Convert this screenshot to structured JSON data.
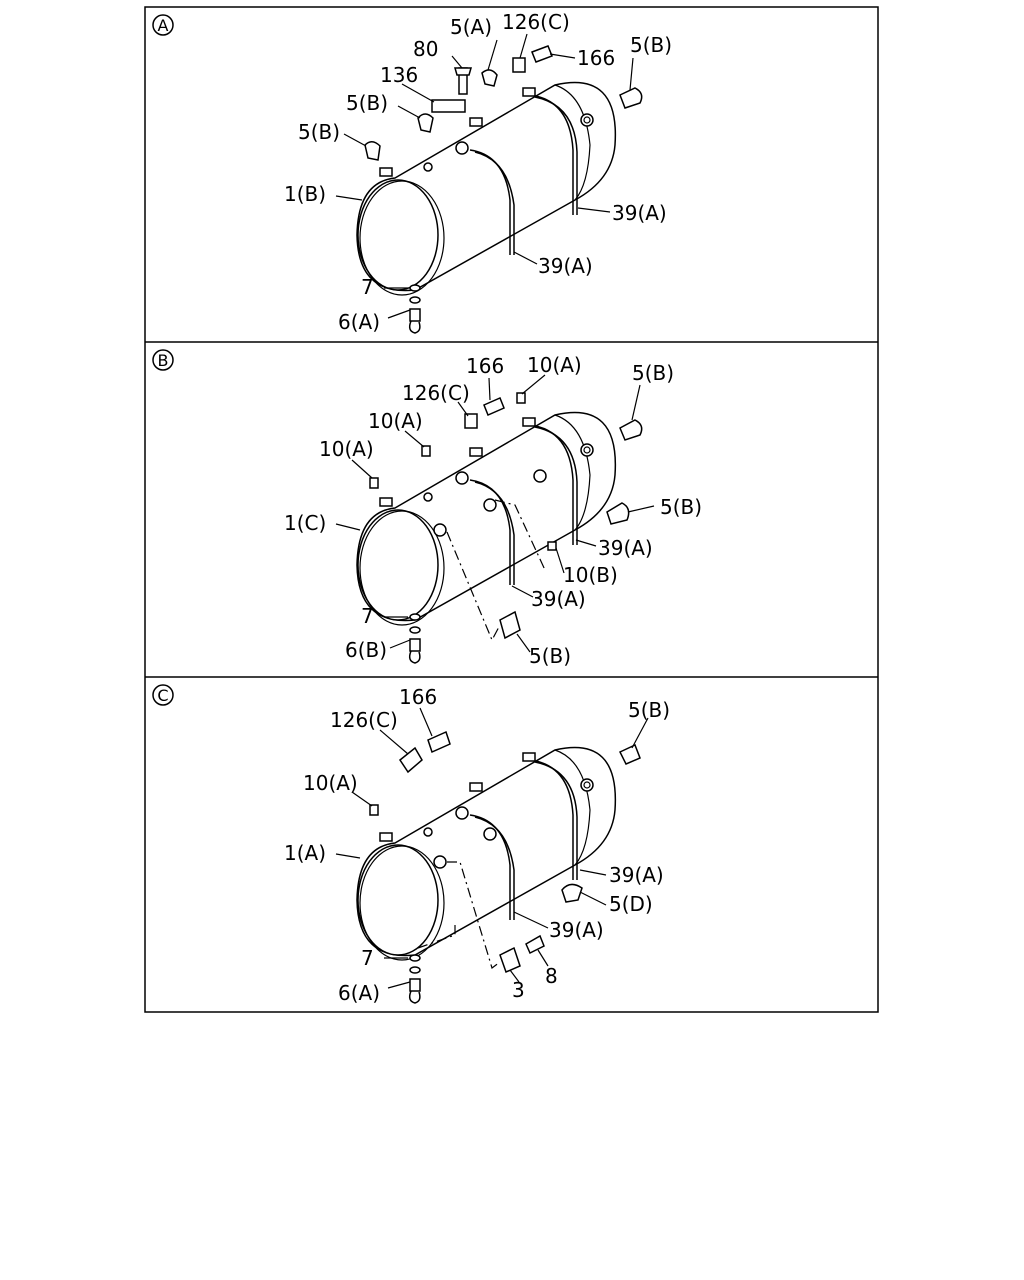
{
  "panels": [
    {
      "badge": "A",
      "labels": {
        "p5a": "5(A)",
        "p126c": "126(C)",
        "p80": "80",
        "p166": "166",
        "p5b_right": "5(B)",
        "p136": "136",
        "p5b_upper": "5(B)",
        "p5b_lower": "5(B)",
        "p1": "1(B)",
        "p39a_right": "39(A)",
        "p39a_mid": "39(A)",
        "p7": "7",
        "p6": "6(A)"
      }
    },
    {
      "badge": "B",
      "labels": {
        "p166": "166",
        "p10a_top": "10(A)",
        "p126c": "126(C)",
        "p5b_top": "5(B)",
        "p10a_mid": "10(A)",
        "p10a_left": "10(A)",
        "p5b_side": "5(B)",
        "p1": "1(C)",
        "p39a_right": "39(A)",
        "p10b": "10(B)",
        "p39a_mid": "39(A)",
        "p7": "7",
        "p6": "6(B)",
        "p5b_bottom": "5(B)"
      }
    },
    {
      "badge": "C",
      "labels": {
        "p166": "166",
        "p126c": "126(C)",
        "p5b": "5(B)",
        "p10a": "10(A)",
        "p1": "1(A)",
        "p39a_right": "39(A)",
        "p5d": "5(D)",
        "p39a_mid": "39(A)",
        "p7": "7",
        "p8": "8",
        "p6": "6(A)",
        "p3": "3"
      }
    }
  ]
}
